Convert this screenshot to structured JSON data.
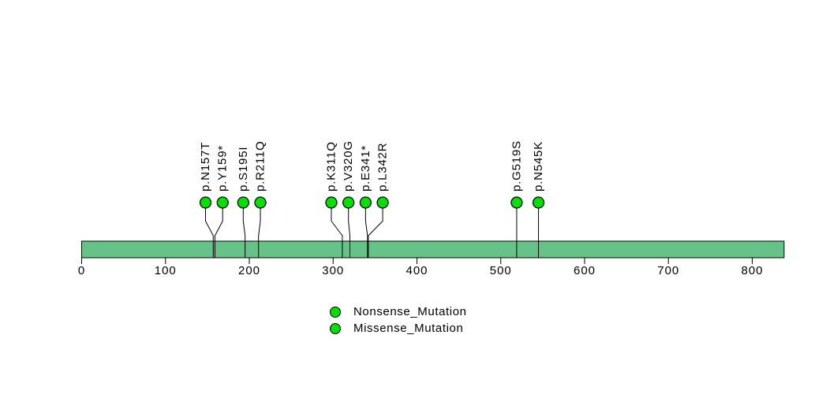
{
  "chart_data": {
    "type": "lollipop",
    "title": "",
    "protein_length_aa": 838,
    "xlim": [
      0,
      838
    ],
    "x_ticks": [
      0,
      100,
      200,
      300,
      400,
      500,
      600,
      700,
      800
    ],
    "gene_bar_color": "#66C388",
    "gene_bar_outline": "#000000",
    "marker_fill": "#00E000",
    "marker_outline": "#000000",
    "grid": false,
    "mutations": [
      {
        "label": "p.N157T",
        "position": 157,
        "type": "Missense_Mutation"
      },
      {
        "label": "p.Y159*",
        "position": 159,
        "type": "Nonsense_Mutation"
      },
      {
        "label": "p.S195I",
        "position": 195,
        "type": "Missense_Mutation"
      },
      {
        "label": "p.R211Q",
        "position": 211,
        "type": "Missense_Mutation"
      },
      {
        "label": "p.K311Q",
        "position": 311,
        "type": "Missense_Mutation"
      },
      {
        "label": "p.V320G",
        "position": 320,
        "type": "Missense_Mutation"
      },
      {
        "label": "p.E341*",
        "position": 341,
        "type": "Nonsense_Mutation"
      },
      {
        "label": "p.L342R",
        "position": 342,
        "type": "Missense_Mutation"
      },
      {
        "label": "p.G519S",
        "position": 519,
        "type": "Missense_Mutation"
      },
      {
        "label": "p.N545K",
        "position": 545,
        "type": "Missense_Mutation"
      }
    ],
    "legend": {
      "position": "bottom-center",
      "entries": [
        {
          "label": "Nonsense_Mutation",
          "color": "#00E000"
        },
        {
          "label": "Missense_Mutation",
          "color": "#00E000"
        }
      ]
    }
  }
}
